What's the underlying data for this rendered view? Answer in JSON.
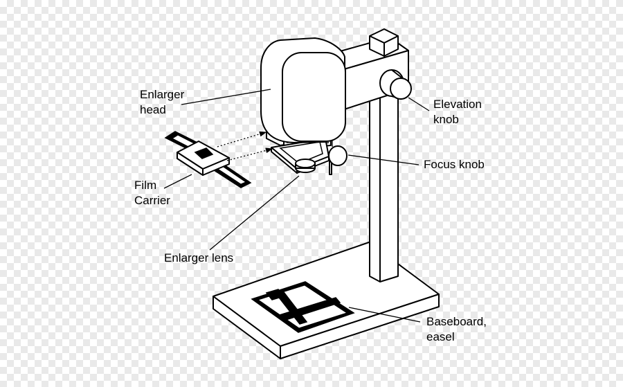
{
  "labels": {
    "enlarger_head": [
      "Enlarger",
      "head"
    ],
    "elevation_knob": [
      "Elevation",
      "knob"
    ],
    "focus_knob": "Focus knob",
    "film_carrier": [
      "Film",
      "Carrier"
    ],
    "enlarger_lens": "Enlarger lens",
    "baseboard_easel": [
      "Baseboard,",
      "easel"
    ]
  },
  "colors": {
    "line": "#000000",
    "fill": "#ffffff"
  }
}
